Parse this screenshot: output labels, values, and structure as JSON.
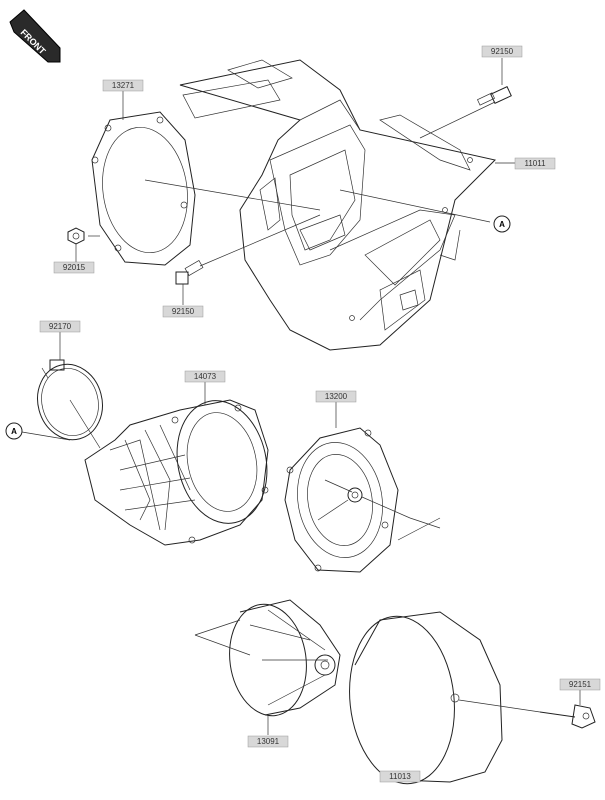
{
  "front_marker": {
    "text": "FRONT"
  },
  "reference_marks": [
    {
      "letter": "A"
    },
    {
      "letter": "A"
    }
  ],
  "parts": [
    {
      "number": "13271"
    },
    {
      "number": "92150"
    },
    {
      "number": "11011"
    },
    {
      "number": "92015"
    },
    {
      "number": "92150"
    },
    {
      "number": "92170"
    },
    {
      "number": "14073"
    },
    {
      "number": "13200"
    },
    {
      "number": "13091"
    },
    {
      "number": "11013"
    },
    {
      "number": "92151"
    }
  ]
}
